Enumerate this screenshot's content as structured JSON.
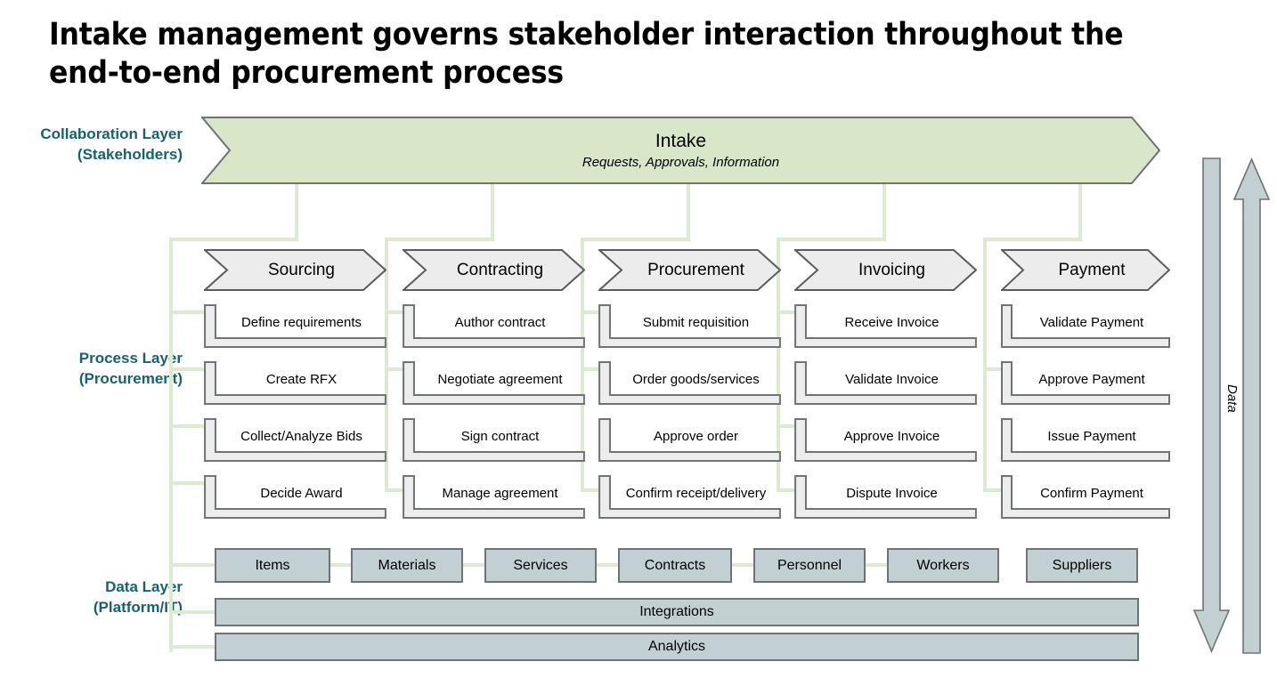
{
  "title": "Intake management governs stakeholder interaction throughout the\nend-to-end procurement process",
  "colors": {
    "layer_label": "#17626e",
    "banner_fill": "#d8e7c8",
    "connector_green": "#dcead0",
    "chevron_fill": "#ececec",
    "task_fill": "#ededed",
    "data_fill": "#c2d0d3",
    "outline_gray": "#6e7376"
  },
  "layers": {
    "collaboration": {
      "label": "Collaboration Layer\n(Stakeholders)"
    },
    "process": {
      "label": "Process Layer\n(Procurement)"
    },
    "data": {
      "label": "Data Layer\n(Platform/IT)"
    }
  },
  "banner": {
    "title": "Intake",
    "subtitle": "Requests, Approvals, Information"
  },
  "process_columns": [
    {
      "header": "Sourcing",
      "tasks": [
        "Define requirements",
        "Create RFX",
        "Collect/Analyze Bids",
        "Decide Award"
      ]
    },
    {
      "header": "Contracting",
      "tasks": [
        "Author contract",
        "Negotiate agreement",
        "Sign contract",
        "Manage agreement"
      ]
    },
    {
      "header": "Procurement",
      "tasks": [
        "Submit requisition",
        "Order goods/services",
        "Approve order",
        "Confirm receipt/delivery"
      ]
    },
    {
      "header": "Invoicing",
      "tasks": [
        "Receive Invoice",
        "Validate Invoice",
        "Approve Invoice",
        "Dispute Invoice"
      ]
    },
    {
      "header": "Payment",
      "tasks": [
        "Validate Payment",
        "Approve Payment",
        "Issue Payment",
        "Confirm Payment"
      ]
    }
  ],
  "data_layer": {
    "chips": [
      "Items",
      "Materials",
      "Services",
      "Contracts",
      "Personnel",
      "Workers",
      "Suppliers"
    ],
    "bars": [
      "Integrations",
      "Analytics"
    ]
  },
  "side_axis": {
    "label": "Data",
    "down_arrow": "down-arrow-icon",
    "up_arrow": "up-arrow-icon"
  }
}
